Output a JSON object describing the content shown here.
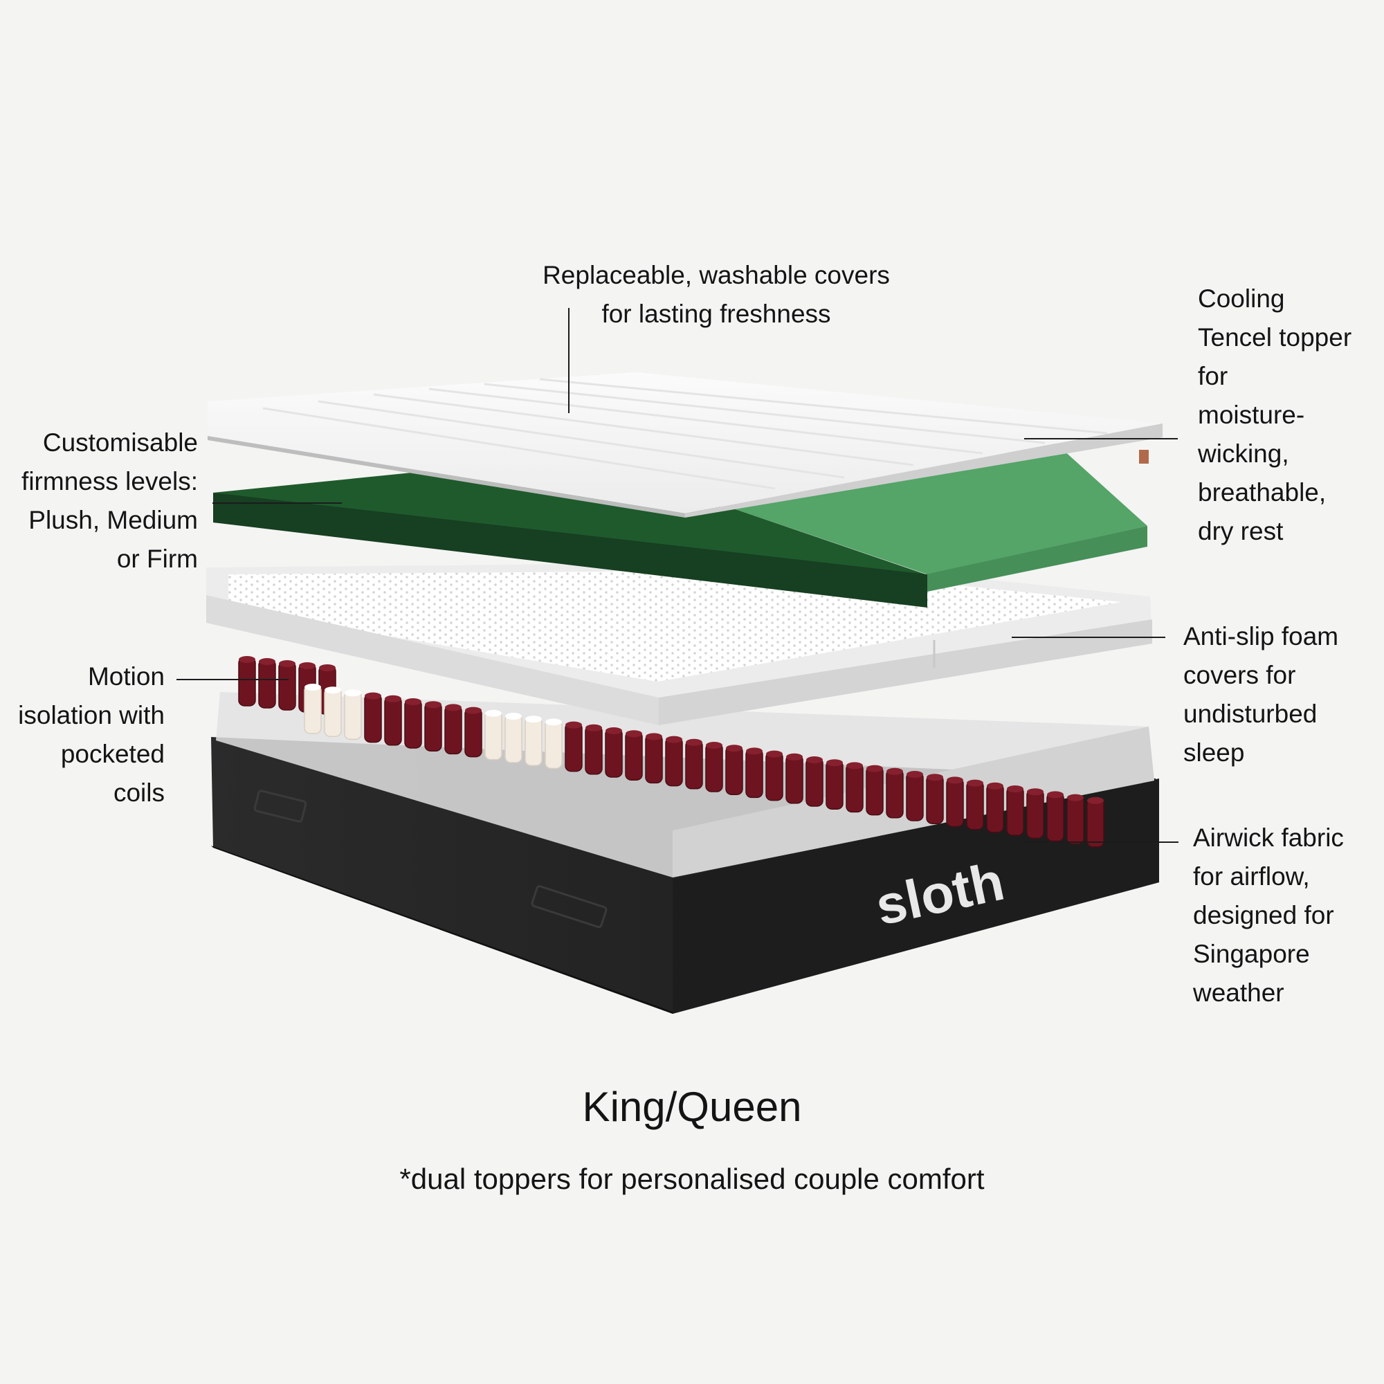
{
  "labels": {
    "covers": "Replaceable, washable covers\nfor lasting freshness",
    "topper": "Cooling\nTencel topper\nfor\nmoisture-\nwicking,\nbreathable,\ndry rest",
    "firmness": "Customisable\nfirmness levels:\nPlush, Medium\nor Firm",
    "antislip": "Anti-slip foam\ncovers for\nundisturbed\nsleep",
    "motion": "Motion\nisolation with\npocketed\ncoils",
    "airwick": "Airwick fabric\nfor airflow,\ndesigned for\nSingapore\nweather"
  },
  "brand": "sloth",
  "title": "King/Queen",
  "subtitle": "*dual toppers for personalised couple comfort",
  "colors": {
    "background": "#f4f4f3",
    "cover_white": "#f7f7f6",
    "foam_green_dark": "#1f5a2c",
    "foam_green_light": "#55a468",
    "coil_red": "#6e1420",
    "coil_cream": "#f3eae0",
    "base_black": "#222222"
  }
}
